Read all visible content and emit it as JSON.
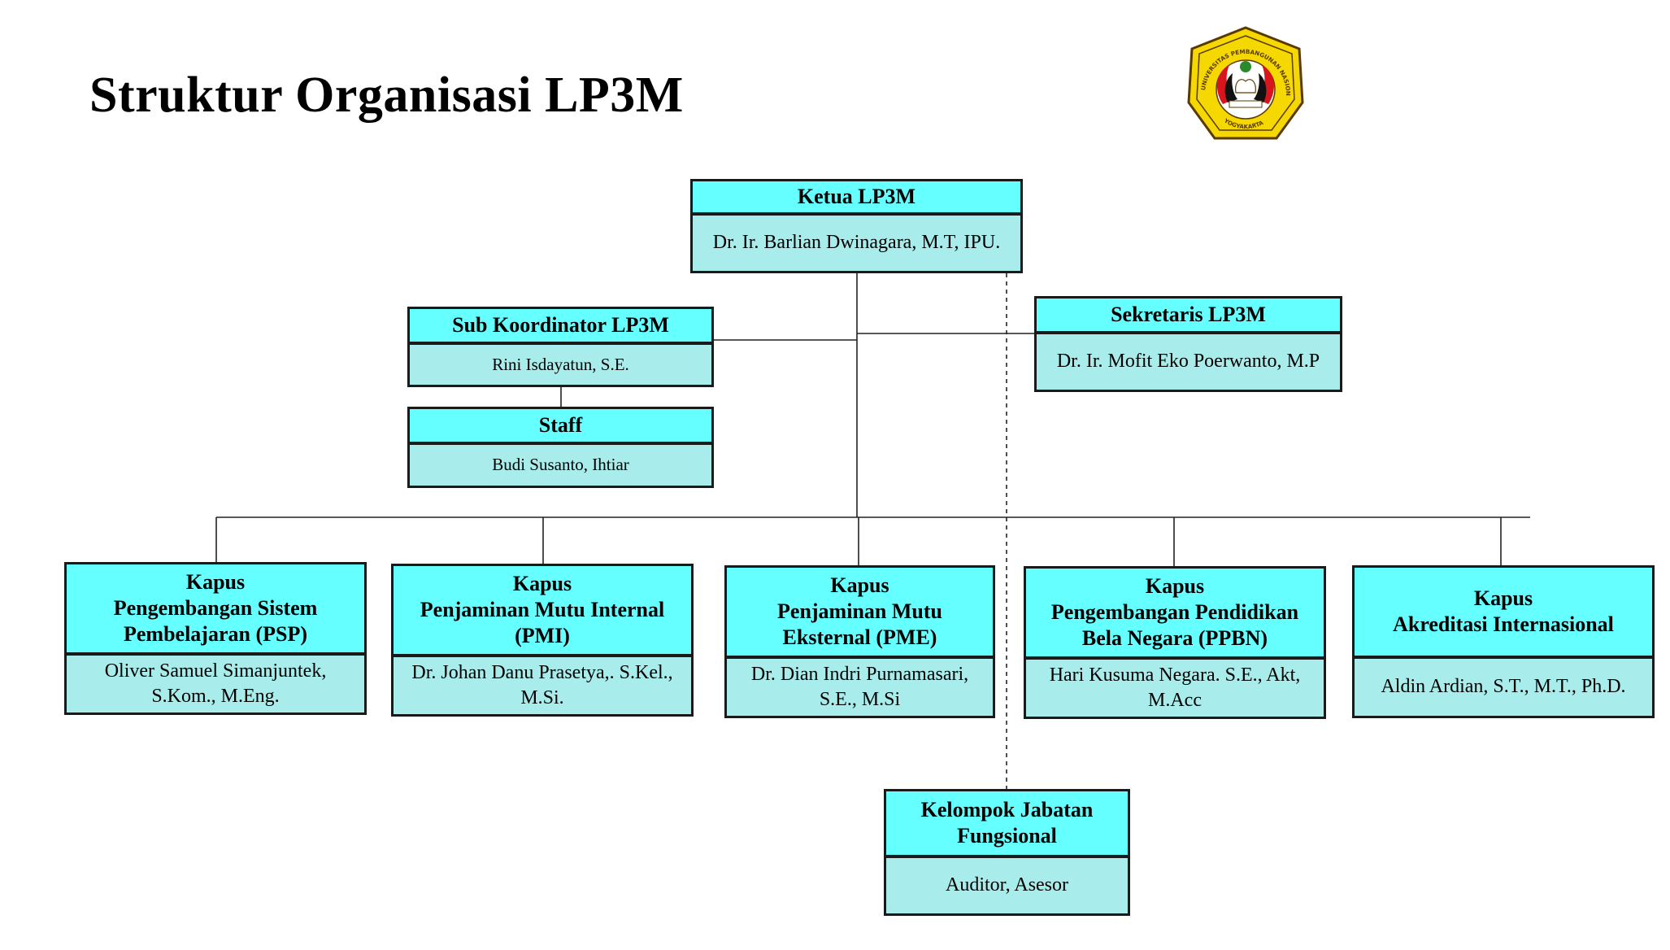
{
  "page": {
    "title": "Struktur Organisasi LP3M"
  },
  "logo": {
    "ring_text": "UNIVERSITAS PEMBANGUNAN NASIONAL \"VETERAN\"",
    "city": "YOGYAKARTA"
  },
  "ketua": {
    "title": "Ketua LP3M",
    "name": "Dr. Ir. Barlian Dwinagara, M.T, IPU."
  },
  "sekretaris": {
    "title": "Sekretaris LP3M",
    "name": "Dr. Ir. Mofit Eko Poerwanto, M.P"
  },
  "subkoordinator": {
    "title": "Sub Koordinator LP3M",
    "name": "Rini Isdayatun, S.E."
  },
  "staff": {
    "title": "Staff",
    "name": "Budi Susanto, Ihtiar"
  },
  "kapus": [
    {
      "title_1": "Kapus",
      "title_2": "Pengembangan Sistem",
      "title_3": "Pembelajaran (PSP)",
      "name_1": "Oliver Samuel Simanjuntek,",
      "name_2": "S.Kom., M.Eng."
    },
    {
      "title_1": "Kapus",
      "title_2": "Penjaminan Mutu Internal",
      "title_3": "(PMI)",
      "name_1": "Dr. Johan Danu Prasetya,. S.Kel.,",
      "name_2": "M.Si."
    },
    {
      "title_1": "Kapus",
      "title_2": "Penjaminan Mutu",
      "title_3": "Eksternal (PME)",
      "name_1": "Dr. Dian Indri Purnamasari,",
      "name_2": "S.E., M.Si"
    },
    {
      "title_1": "Kapus",
      "title_2": "Pengembangan Pendidikan",
      "title_3": "Bela Negara (PPBN)",
      "name_1": "Hari Kusuma Negara. S.E., Akt,",
      "name_2": "M.Acc"
    },
    {
      "title_1": "Kapus",
      "title_2": "Akreditasi Internasional",
      "title_3": "",
      "name_1": "Aldin Ardian, S.T., M.T., Ph.D.",
      "name_2": ""
    }
  ],
  "fungsional": {
    "title_1": "Kelompok Jabatan",
    "title_2": "Fungsional",
    "name": "Auditor, Asesor"
  },
  "colors": {
    "header": "#66ffff",
    "body": "#a9ecec",
    "logo_gold": "#f5d800",
    "logo_red": "#d8141c"
  }
}
